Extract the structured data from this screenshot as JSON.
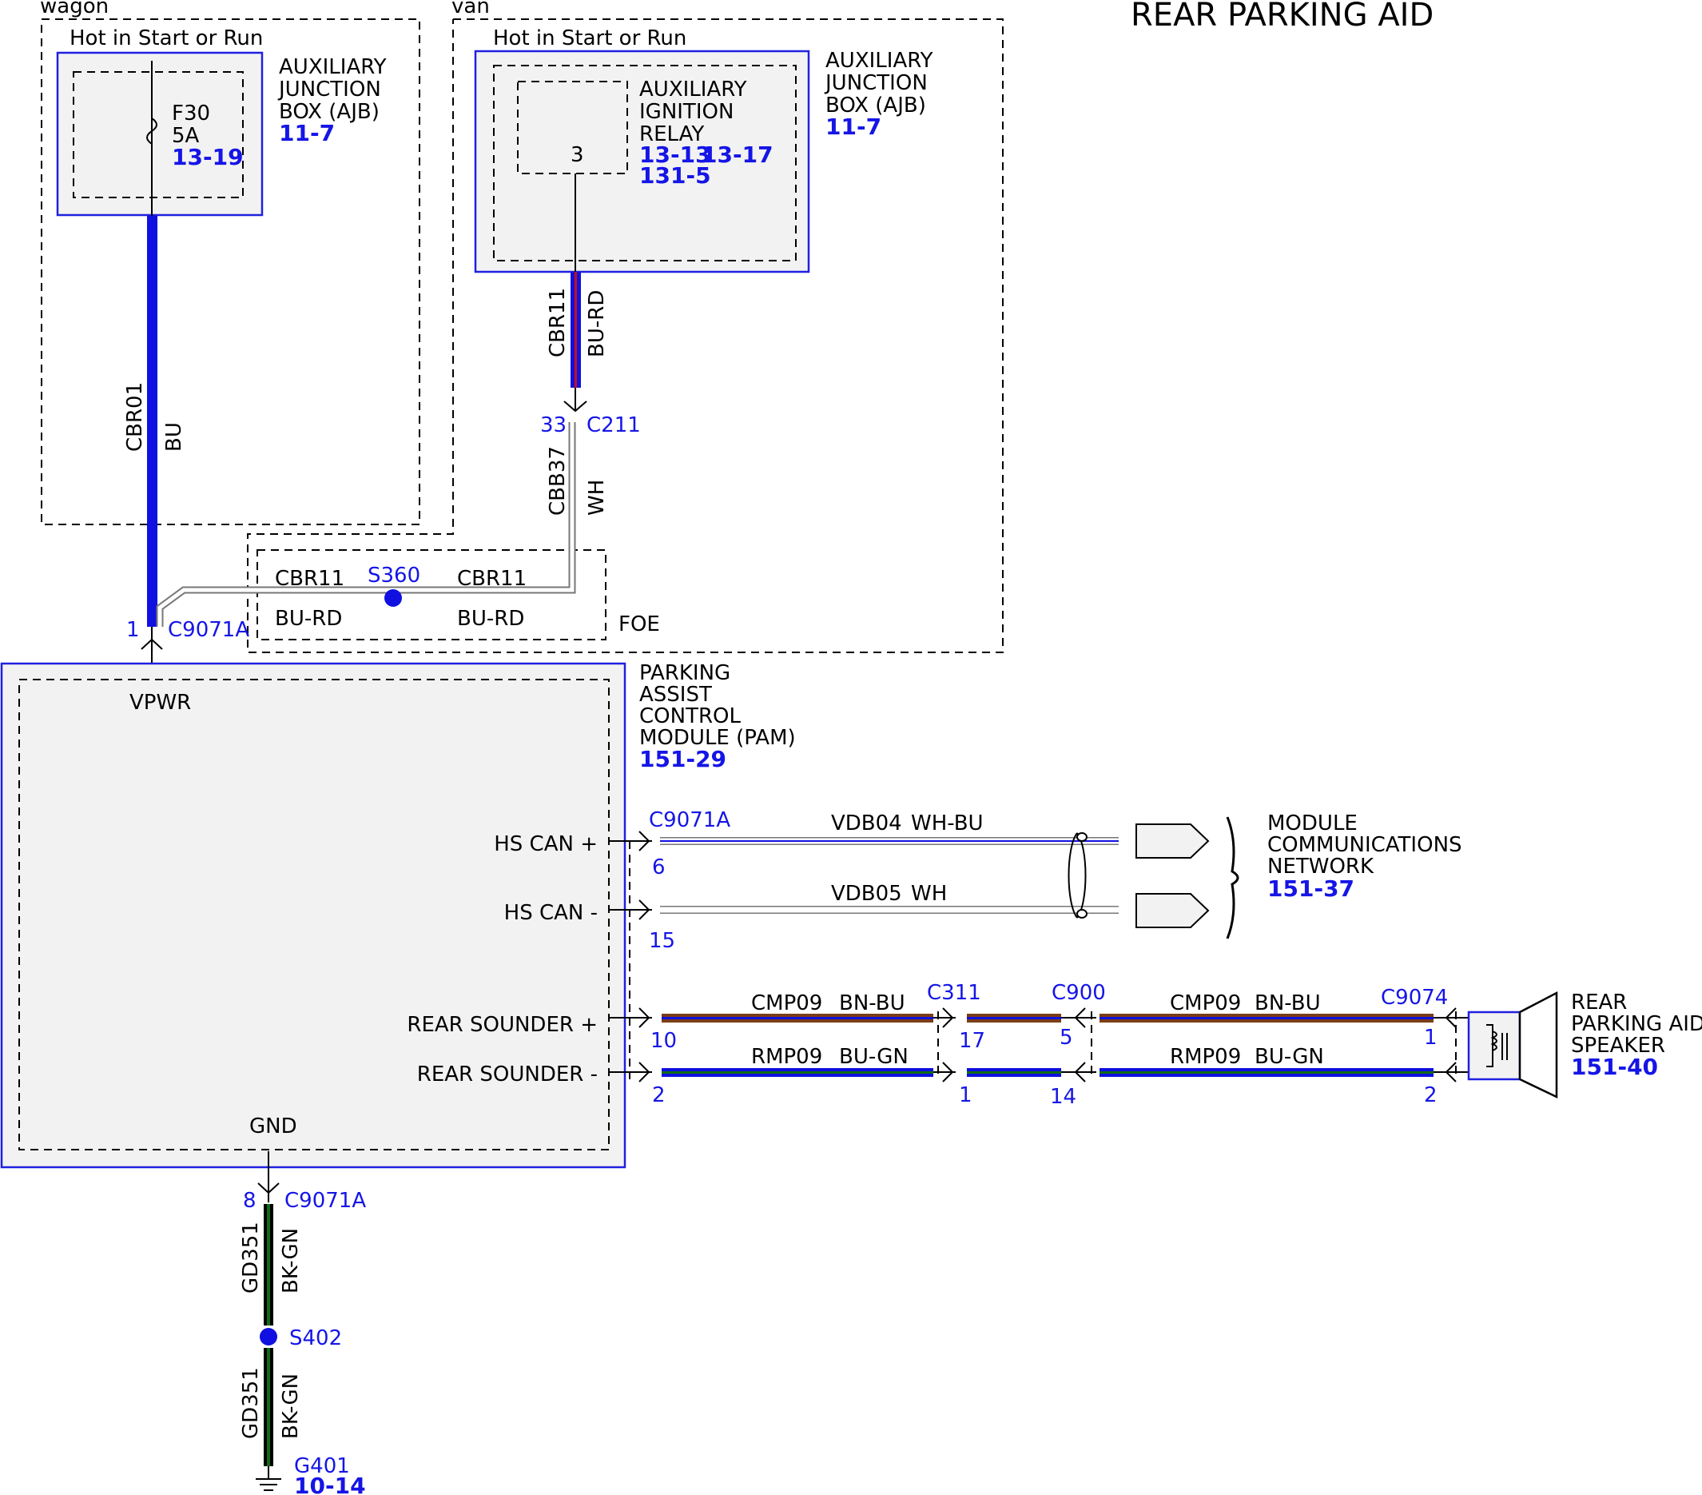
{
  "title": "REAR PARKING AID",
  "regions": {
    "wagon": "wagon",
    "van": "van",
    "foe": "FOE"
  },
  "power": {
    "wagon": "Hot in Start or Run",
    "van": "Hot in Start or Run"
  },
  "ajb_wagon": {
    "name": [
      "AUXILIARY",
      "JUNCTION",
      "BOX (AJB)"
    ],
    "ref": "11-7",
    "fuse": "F30",
    "amps": "5A",
    "fuse_ref": "13-19"
  },
  "ajb_van": {
    "name": [
      "AUXILIARY",
      "JUNCTION",
      "BOX (AJB)"
    ],
    "ref": "11-7"
  },
  "relay": {
    "name": [
      "AUXILIARY",
      "IGNITION",
      "RELAY"
    ],
    "pin": "3",
    "refs": [
      "13-13",
      "13-17",
      "131-5"
    ]
  },
  "wires": {
    "w1": {
      "circuit": "CBR01",
      "color": "BU"
    },
    "w2": {
      "circuit": "CBR11",
      "color": "BU-RD"
    },
    "w3": {
      "circuit": "CBB37",
      "color": "WH"
    },
    "w4": {
      "circuit": "CBR11",
      "color": "BU-RD"
    },
    "w5": {
      "circuit": "CBR11",
      "color": "BU-RD"
    },
    "can_hi": {
      "circuit": "VDB04",
      "color": "WH-BU"
    },
    "can_lo": {
      "circuit": "VDB05",
      "color": "WH"
    },
    "snd_p1": {
      "circuit": "CMP09",
      "color": "BN-BU"
    },
    "snd_p2": {
      "circuit": "CMP09",
      "color": "BN-BU"
    },
    "snd_n1": {
      "circuit": "RMP09",
      "color": "BU-GN"
    },
    "snd_n2": {
      "circuit": "RMP09",
      "color": "BU-GN"
    },
    "gnd1": {
      "circuit": "GD351",
      "color": "BK-GN"
    },
    "gnd2": {
      "circuit": "GD351",
      "color": "BK-GN"
    }
  },
  "connectors": {
    "c211": {
      "name": "C211",
      "pin": "33"
    },
    "c9071a_vpwr": {
      "name": "C9071A",
      "pin": "1"
    },
    "c9071a_can": {
      "name": "C9071A",
      "pin_hi": "6",
      "pin_lo": "15"
    },
    "c9071a_snd": {
      "pin_p": "10",
      "pin_n": "2"
    },
    "c9071a_gnd": {
      "name": "C9071A",
      "pin": "8"
    },
    "c311": {
      "name": "C311",
      "pin_p": "17",
      "pin_n": "1"
    },
    "c900": {
      "name": "C900",
      "pin_p": "5",
      "pin_n": "14"
    },
    "c9074": {
      "name": "C9074",
      "pin_p": "1",
      "pin_n": "2"
    }
  },
  "splices": {
    "s360": "S360",
    "s402": "S402"
  },
  "ground": {
    "name": "G401",
    "ref": "10-14"
  },
  "pam": {
    "name": [
      "PARKING",
      "ASSIST",
      "CONTROL",
      "MODULE (PAM)"
    ],
    "ref": "151-29",
    "pins": {
      "vpwr": "VPWR",
      "gnd": "GND",
      "can_hi": "HS CAN +",
      "can_lo": "HS CAN -",
      "snd_p": "REAR SOUNDER +",
      "snd_n": "REAR SOUNDER -"
    }
  },
  "network": {
    "name": [
      "MODULE",
      "COMMUNICATIONS",
      "NETWORK"
    ],
    "ref": "151-37"
  },
  "speaker": {
    "name": [
      "REAR",
      "PARKING AID",
      "SPEAKER"
    ],
    "ref": "151-40"
  },
  "colors": {
    "link": "#1515e6",
    "box_fill": "#f2f2f2",
    "bu": "#1010e0",
    "rd": "#c81010",
    "bn": "#8b4a1a",
    "gn": "#0f6d12",
    "bk": "#000000"
  }
}
